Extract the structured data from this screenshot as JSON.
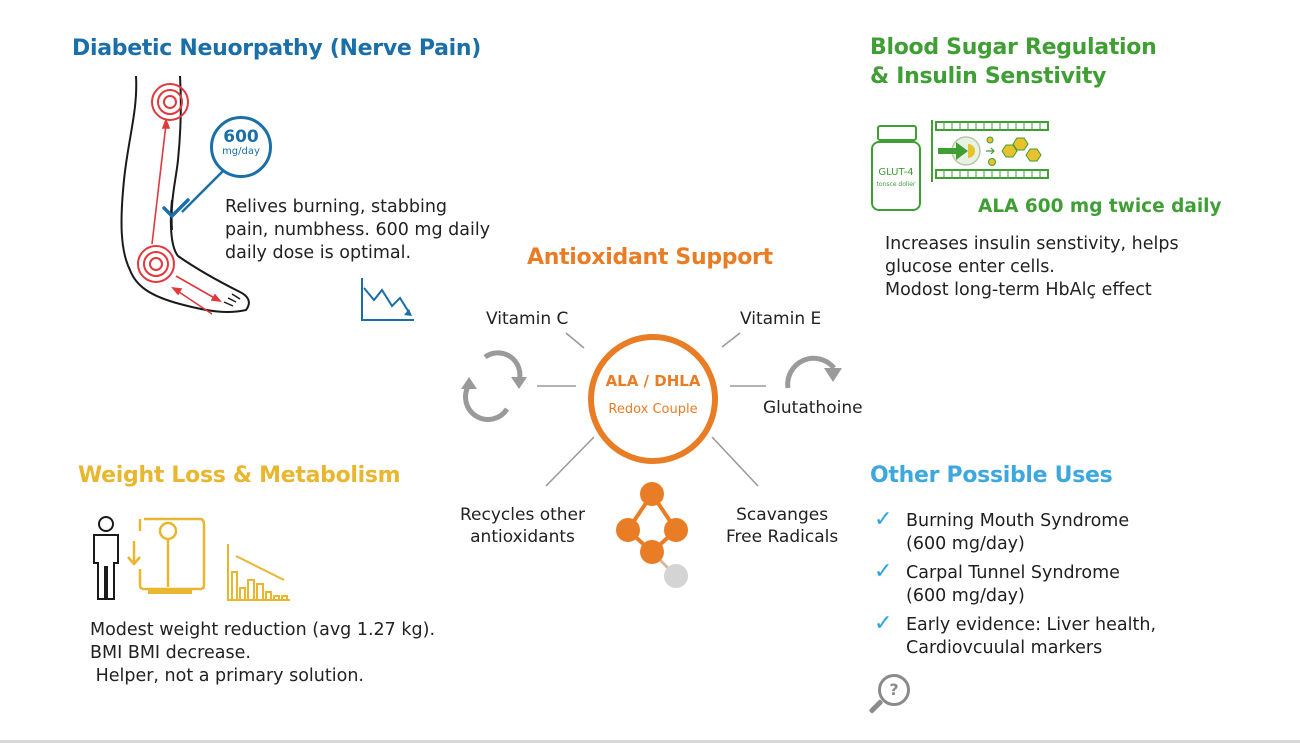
{
  "colors": {
    "neuropathy": "#1a6fa8",
    "blood_sugar": "#3f9e34",
    "antioxidant": "#e97d26",
    "weight": "#e8b62f",
    "other": "#3ea8dc",
    "pain_red": "#e0393e",
    "gray": "#9a9a9a"
  },
  "neuropathy": {
    "title": "Diabetic Neuorpathy (Nerve Pain)",
    "dose_value": "600",
    "dose_unit": "mg/day",
    "description": [
      "Relives burning, stabbing",
      "pain, numbhess. 600 mg daily",
      "daily dose is optimal."
    ],
    "icons": [
      "leg-pain-icon",
      "checkmark-icon",
      "declining-chart-icon"
    ]
  },
  "blood_sugar": {
    "title": [
      "Blood Sugar Regulation",
      "& Insulin Senstivity"
    ],
    "bottle_label": "GLUT-4",
    "bottle_sublabel": "tonsce dolier",
    "dosage": "ALA 600 mg twice daily",
    "description": [
      "Increases insulin senstivity, helps",
      "glucose enter cells.",
      "Modost long-term HbAlç effect"
    ]
  },
  "antioxidant": {
    "title": "Antioxidant Support",
    "center_main": "ALA / DHLA",
    "center_sub": "Redox Couple",
    "vitamin_c": "Vitamin C",
    "vitamin_e": "Vitamin E",
    "glutathione": "Glutathoine",
    "recycles": [
      "Recycles other",
      "antioxidants"
    ],
    "scavenges": [
      "Scavanges",
      "Free Radicals"
    ]
  },
  "weight": {
    "title": "Weight Loss & Metabolism",
    "description": [
      "Modest weight reduction (avg 1.27 kg).",
      "BMI BMI decrease.",
      " Helper, not a primary solution."
    ]
  },
  "other_uses": {
    "title": "Other Possible Uses",
    "items": [
      {
        "line1": "Burning Mouth Syndrome",
        "line2": "(600 mg/day)"
      },
      {
        "line1": "Carpal Tunnel Syndrome",
        "line2": "(600 mg/day)"
      },
      {
        "line1": "Early evidence: Liver health,",
        "line2": "Cardiovcuulal markers"
      }
    ],
    "check_glyph": "✓",
    "question_glyph": "?"
  }
}
